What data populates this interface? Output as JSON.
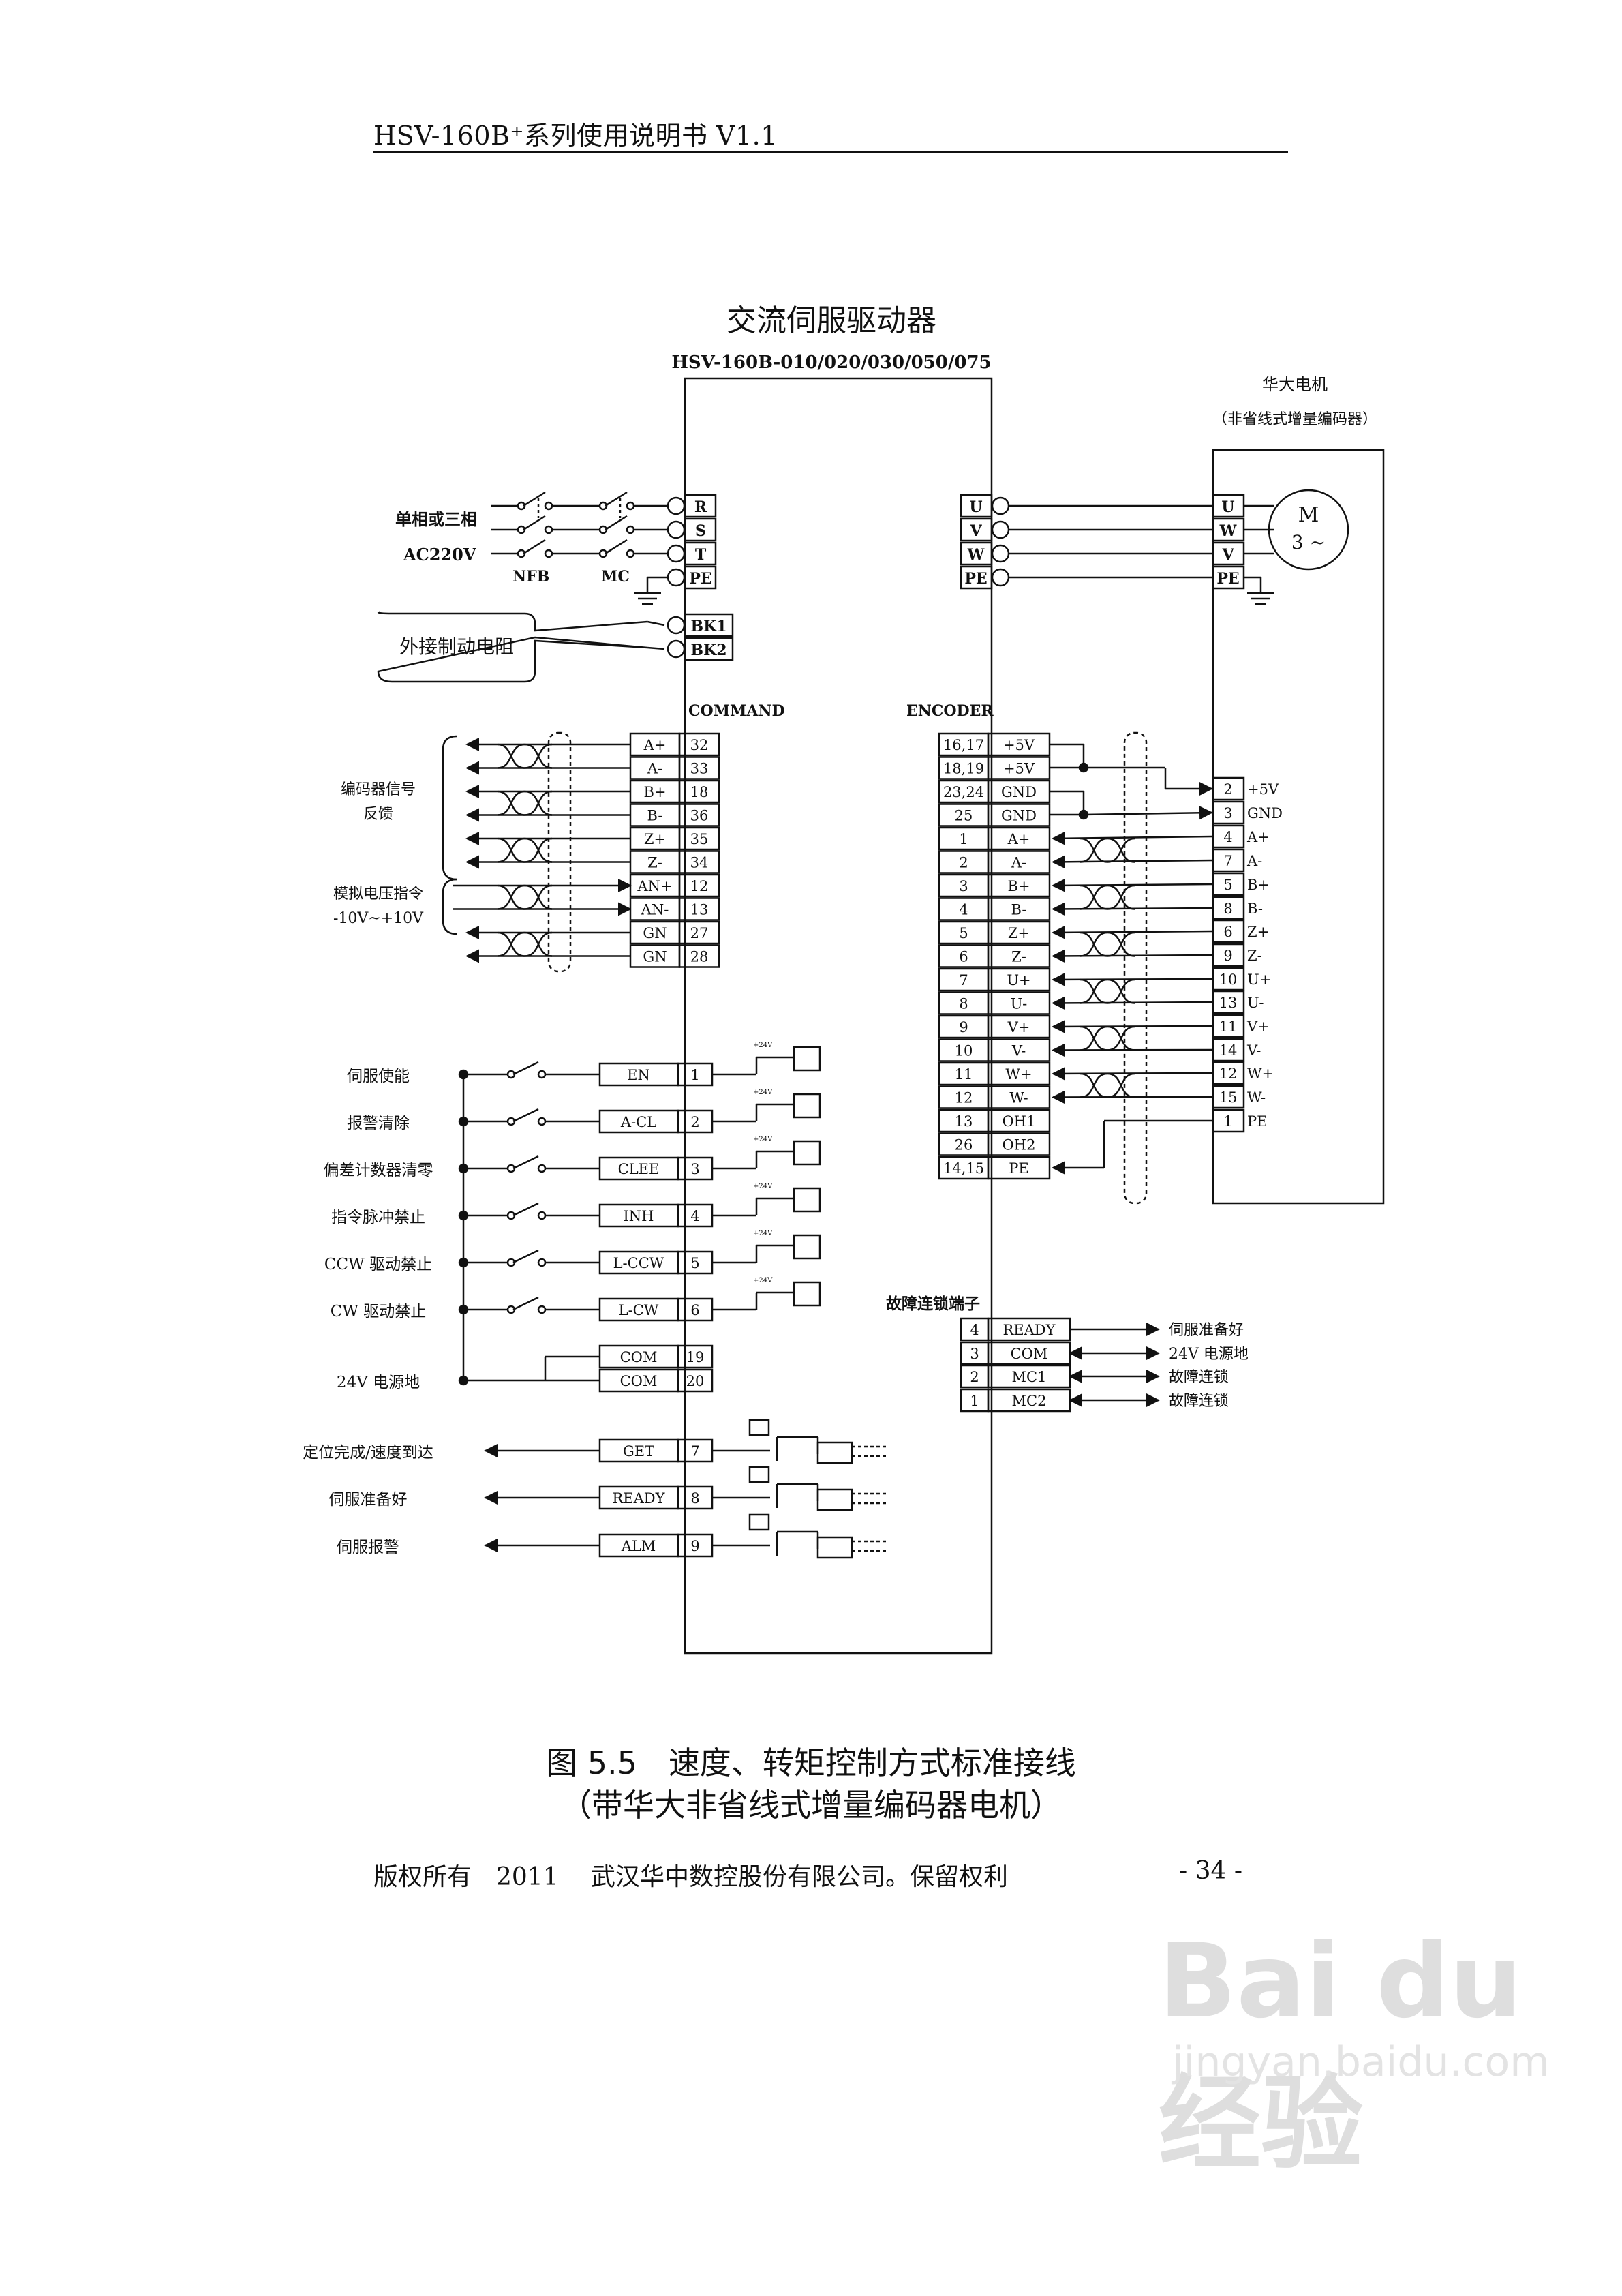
{
  "header": {
    "title": "HSV-160B⁺系列使用说明书 V1.1"
  },
  "diagram": {
    "title": "交流伺服驱动器",
    "model": "HSV-160B-010/020/030/050/075",
    "motor_title": "华大电机",
    "motor_subtitle": "（非省线式增量编码器）",
    "motor_symbol": "M",
    "motor_phase": "3 ~",
    "power_label_1": "单相或三相",
    "power_label_2": "AC220V",
    "nfb": "NFB",
    "mc": "MC",
    "power_terminals": [
      "R",
      "S",
      "T",
      "PE"
    ],
    "brake_terminals": [
      "BK1",
      "BK2"
    ],
    "brake_label": "外接制动电阻",
    "drive_out_terminals": [
      "U",
      "V",
      "W",
      "PE"
    ],
    "motor_in_terminals": [
      "U",
      "W",
      "V",
      "PE"
    ],
    "command_label": "COMMAND",
    "encoder_label": "ENCODER",
    "encoder_feedback_label": "编码器信号\n反馈",
    "analog_label": "模拟电压指令\n-10V~+10V",
    "command_signals": [
      [
        "A+",
        "32"
      ],
      [
        "A-",
        "33"
      ],
      [
        "B+",
        "18"
      ],
      [
        "B-",
        "36"
      ],
      [
        "Z+",
        "35"
      ],
      [
        "Z-",
        "34"
      ],
      [
        "AN+",
        "12"
      ],
      [
        "AN-",
        "13"
      ],
      [
        "GN",
        "27"
      ],
      [
        "GN",
        "28"
      ]
    ],
    "encoder_pins": [
      [
        "16,17",
        "+5V"
      ],
      [
        "18,19",
        "+5V"
      ],
      [
        "23,24",
        "GND"
      ],
      [
        "25",
        "GND"
      ],
      [
        "1",
        "A+"
      ],
      [
        "2",
        "A-"
      ],
      [
        "3",
        "B+"
      ],
      [
        "4",
        "B-"
      ],
      [
        "5",
        "Z+"
      ],
      [
        "6",
        "Z-"
      ],
      [
        "7",
        "U+"
      ],
      [
        "8",
        "U-"
      ],
      [
        "9",
        "V+"
      ],
      [
        "10",
        "V-"
      ],
      [
        "11",
        "W+"
      ],
      [
        "12",
        "W-"
      ],
      [
        "13",
        "OH1"
      ],
      [
        "26",
        "OH2"
      ],
      [
        "14,15",
        "PE"
      ]
    ],
    "motor_encoder_pins": [
      [
        "2",
        "+5V"
      ],
      [
        "3",
        "GND"
      ],
      [
        "4",
        "A+"
      ],
      [
        "7",
        "A-"
      ],
      [
        "5",
        "B+"
      ],
      [
        "8",
        "B-"
      ],
      [
        "6",
        "Z+"
      ],
      [
        "9",
        "Z-"
      ],
      [
        "10",
        "U+"
      ],
      [
        "13",
        "U-"
      ],
      [
        "11",
        "V+"
      ],
      [
        "14",
        "V-"
      ],
      [
        "12",
        "W+"
      ],
      [
        "15",
        "W-"
      ],
      [
        "1",
        "PE"
      ]
    ],
    "inputs": [
      [
        "伺服使能",
        "EN",
        "1"
      ],
      [
        "报警清除",
        "A-CL",
        "2"
      ],
      [
        "偏差计数器清零",
        "CLEE",
        "3"
      ],
      [
        "指令脉冲禁止",
        "INH",
        "4"
      ],
      [
        "CCW 驱动禁止",
        "L-CCW",
        "5"
      ],
      [
        "CW 驱动禁止",
        "L-CW",
        "6"
      ]
    ],
    "com_pins": [
      [
        "COM",
        "19"
      ],
      [
        "COM",
        "20"
      ]
    ],
    "com_label": "24V 电源地",
    "outputs": [
      [
        "定位完成/速度到达",
        "GET",
        "7"
      ],
      [
        "伺服准备好",
        "READY",
        "8"
      ],
      [
        "伺服报警",
        "ALM",
        "9"
      ]
    ],
    "fault_title": "故障连锁端子",
    "fault_pins": [
      [
        "4",
        "READY",
        "伺服准备好"
      ],
      [
        "3",
        "COM",
        "24V 电源地"
      ],
      [
        "2",
        "MC1",
        "故障连锁"
      ],
      [
        "1",
        "MC2",
        "故障连锁"
      ]
    ],
    "opto_label": "+24V"
  },
  "caption": {
    "line1": "图 5.5　速度、转矩控制方式标准接线",
    "line2": "（带华大非省线式增量编码器电机）"
  },
  "footer": {
    "left": "版权所有　2011　 武汉华中数控股份有限公司。保留权利",
    "page": "- 34 -"
  },
  "watermark": {
    "brand": "Bai du 经验",
    "url": "jingyan.baidu.com"
  }
}
